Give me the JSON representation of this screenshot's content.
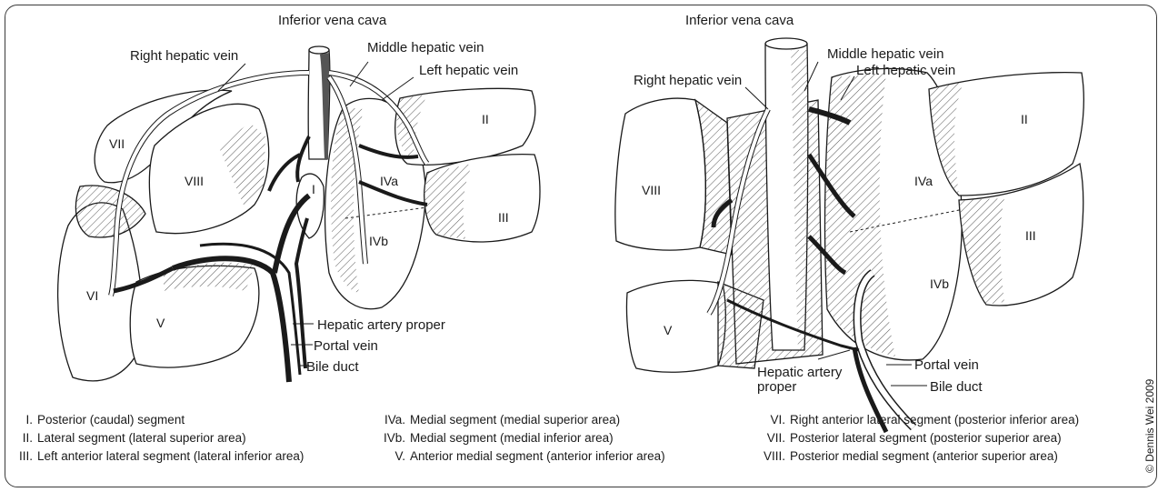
{
  "left_figure": {
    "labels": {
      "ivc": "Inferior vena cava",
      "mhv": "Middle hepatic vein",
      "lhv": "Left hepatic vein",
      "rhv": "Right hepatic vein",
      "hap": "Hepatic artery proper",
      "pv": "Portal vein",
      "bd": "Bile duct"
    },
    "segments": {
      "s1": "I",
      "s2": "II",
      "s3": "III",
      "s4a": "IVa",
      "s4b": "IVb",
      "s5": "V",
      "s6": "VI",
      "s7": "VII",
      "s8": "VIII"
    }
  },
  "right_figure": {
    "labels": {
      "ivc": "Inferior vena cava",
      "mhv": "Middle hepatic vein",
      "lhv": "Left hepatic vein",
      "rhv": "Right hepatic vein",
      "hap_line1": "Hepatic artery",
      "hap_line2": "proper",
      "pv": "Portal vein",
      "bd": "Bile duct"
    },
    "segments": {
      "s2": "II",
      "s3": "III",
      "s4a": "IVa",
      "s4b": "IVb",
      "s5": "V",
      "s8": "VIII"
    }
  },
  "legend": {
    "col1": [
      {
        "num": "I.",
        "text": "Posterior (caudal) segment"
      },
      {
        "num": "II.",
        "text": "Lateral segment (lateral superior area)"
      },
      {
        "num": "III.",
        "text": "Left anterior lateral segment (lateral inferior area)"
      }
    ],
    "col2": [
      {
        "num": "IVa.",
        "text": "Medial segment (medial superior area)"
      },
      {
        "num": "IVb.",
        "text": "Medial segment (medial inferior area)"
      },
      {
        "num": "V.",
        "text": "Anterior medial segment (anterior inferior area)"
      }
    ],
    "col3": [
      {
        "num": "VI.",
        "text": "Right anterior lateral segment (posterior inferior area)"
      },
      {
        "num": "VII.",
        "text": "Posterior lateral segment (posterior superior area)"
      },
      {
        "num": "VIII.",
        "text": "Posterior medial segment (anterior superior area)"
      }
    ]
  },
  "copyright": "© Dennis Wei 2009"
}
